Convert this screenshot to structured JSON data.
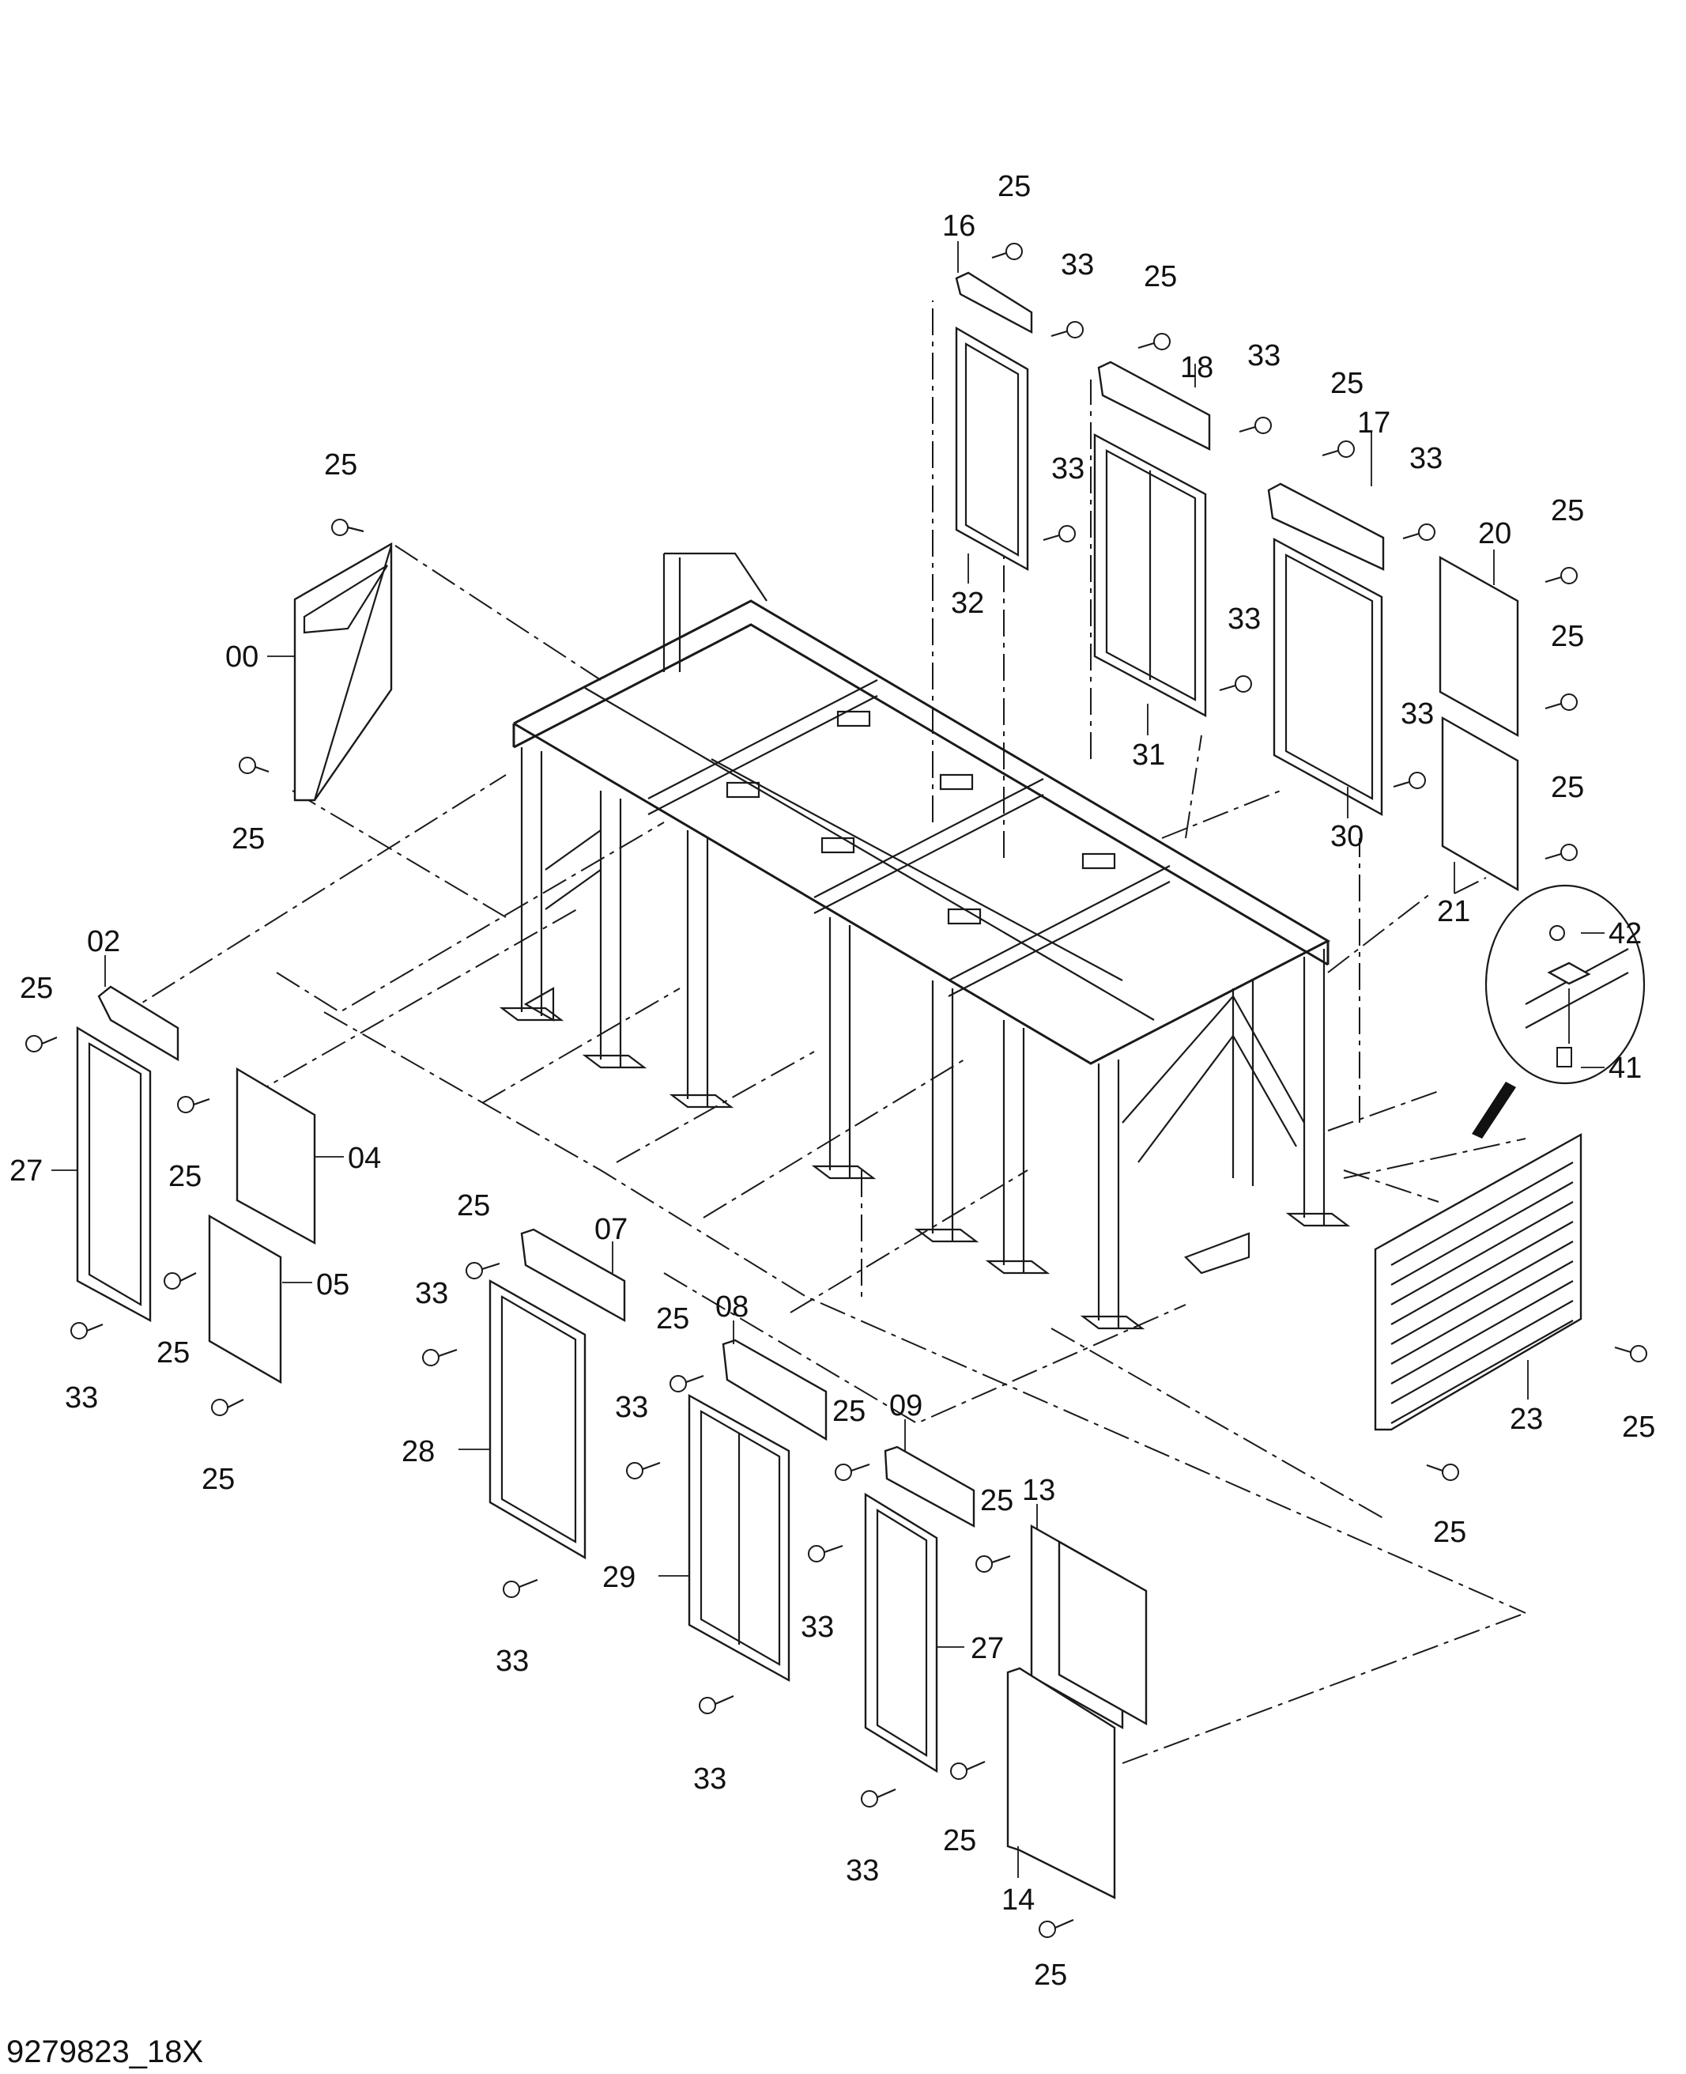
{
  "document_id": "9279823_18X",
  "callouts": [
    {
      "id": "c00",
      "text": "00"
    },
    {
      "id": "c02",
      "text": "02"
    },
    {
      "id": "c04",
      "text": "04"
    },
    {
      "id": "c05",
      "text": "05"
    },
    {
      "id": "c07",
      "text": "07"
    },
    {
      "id": "c08",
      "text": "08"
    },
    {
      "id": "c09",
      "text": "09"
    },
    {
      "id": "c13",
      "text": "13"
    },
    {
      "id": "c14",
      "text": "14"
    },
    {
      "id": "c16",
      "text": "16"
    },
    {
      "id": "c17",
      "text": "17"
    },
    {
      "id": "c18",
      "text": "18"
    },
    {
      "id": "c20",
      "text": "20"
    },
    {
      "id": "c21",
      "text": "21"
    },
    {
      "id": "c23",
      "text": "23"
    },
    {
      "id": "c25",
      "text": "25"
    },
    {
      "id": "c27",
      "text": "27"
    },
    {
      "id": "c28",
      "text": "28"
    },
    {
      "id": "c29",
      "text": "29"
    },
    {
      "id": "c30",
      "text": "30"
    },
    {
      "id": "c31",
      "text": "31"
    },
    {
      "id": "c32",
      "text": "32"
    },
    {
      "id": "c33",
      "text": "33"
    },
    {
      "id": "c41",
      "text": "41"
    },
    {
      "id": "c42",
      "text": "42"
    }
  ]
}
